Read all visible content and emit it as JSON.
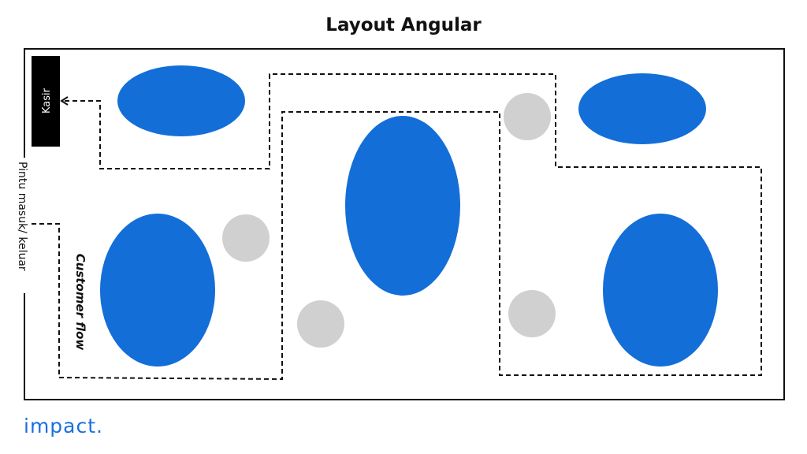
{
  "title": "Layout Angular",
  "cashier_label": "Kasir",
  "door_label": "Pintu masuk/ keluar",
  "flow_label": "Customer flow",
  "logo": "impact.",
  "colors": {
    "table": "#136ed8",
    "chair": "#d0d0d0",
    "cashier": "#000000",
    "logo": "#1a6fe0"
  }
}
